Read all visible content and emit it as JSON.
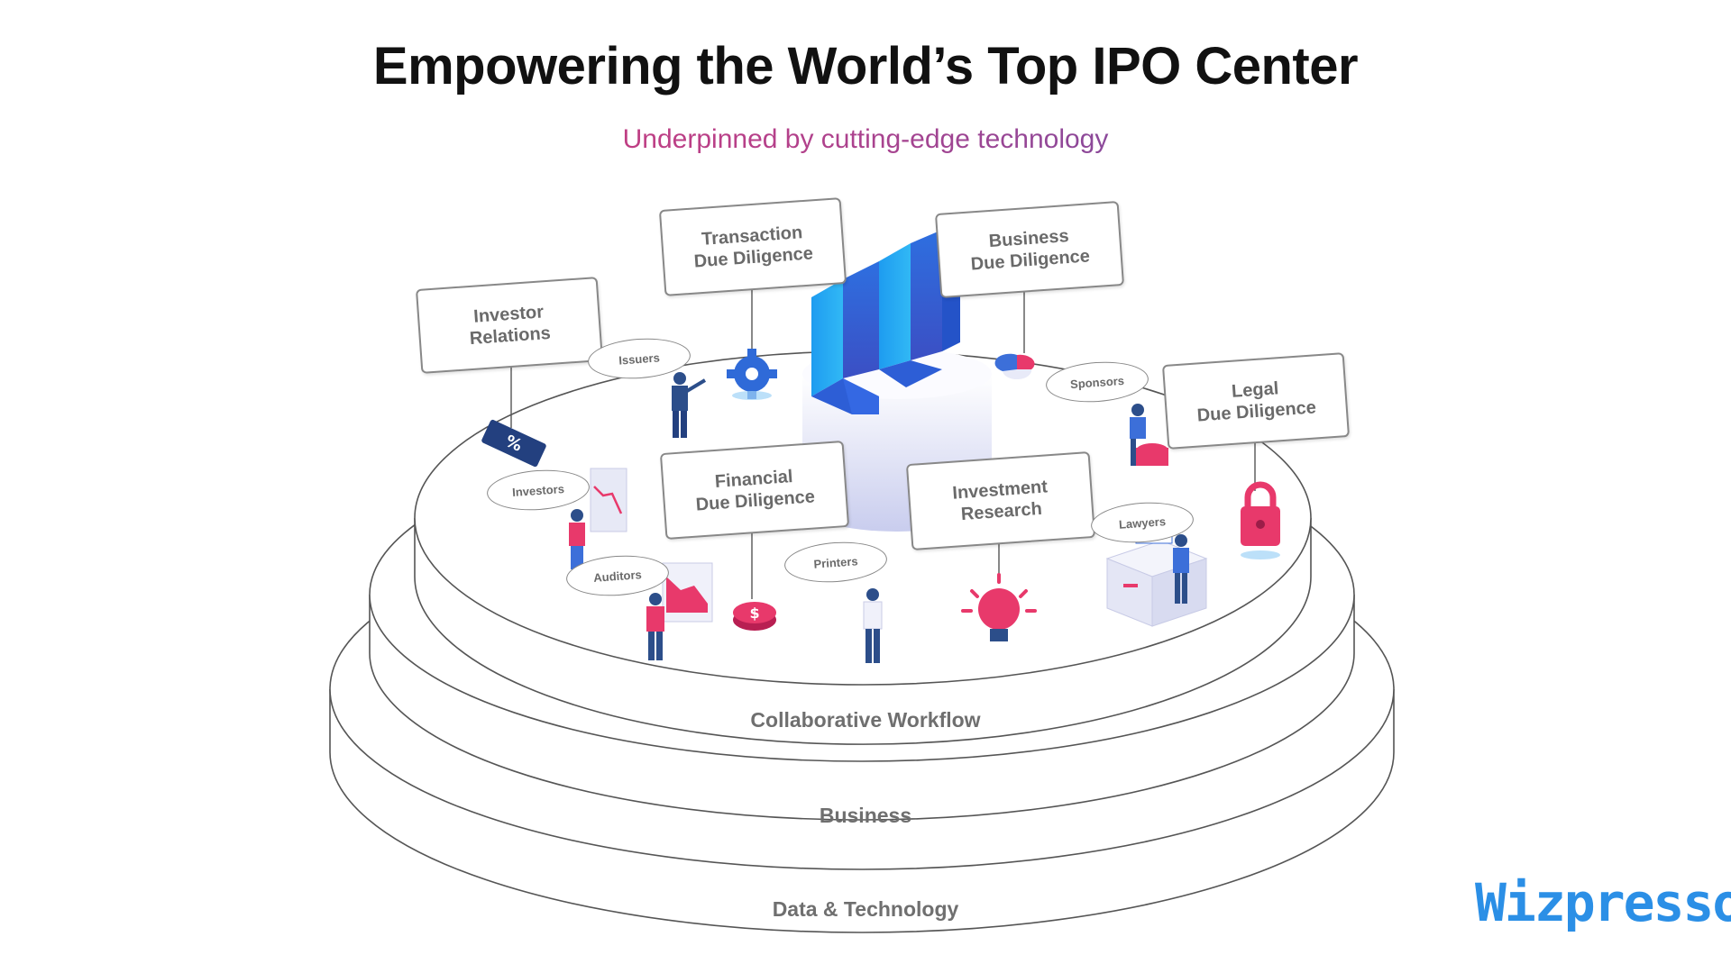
{
  "title": "Empowering the World’s Top IPO Center",
  "subtitle": "Underpinned by cutting-edge technology",
  "labels": {
    "transaction": "Transaction\nDue Diligence",
    "business_dd": "Business\nDue Diligence",
    "investor_relations": "Investor\nRelations",
    "legal": "Legal\nDue Diligence",
    "financial": "Financial\nDue Diligence",
    "investment": "Investment\nResearch"
  },
  "roles": {
    "issuers": "Issuers",
    "sponsors": "Sponsors",
    "investors": "Investors",
    "auditors": "Auditors",
    "printers": "Printers",
    "lawyers": "Lawyers"
  },
  "tiers": {
    "top": "Collaborative Workflow",
    "middle": "Business",
    "bottom": "Data & Technology"
  },
  "logo": "Wizpresso",
  "colors": {
    "brand_blue": "#2b8fe6",
    "accent_pink": "#e8396b",
    "navy": "#2c4e8a"
  }
}
